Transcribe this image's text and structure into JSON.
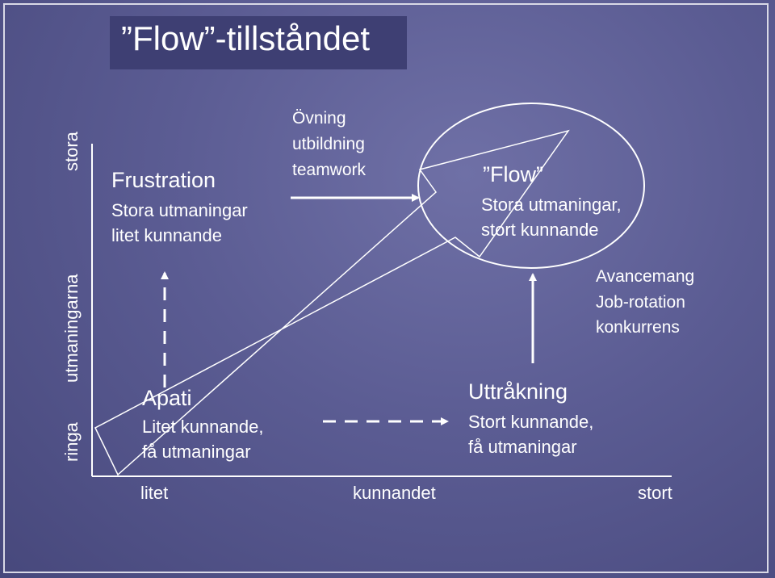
{
  "title": "”Flow”-tillståndet",
  "y_axis": {
    "label": "utmaningarna",
    "low": "ringa",
    "high": "stora"
  },
  "x_axis": {
    "label": "kunnandet",
    "low": "litet",
    "high": "stort"
  },
  "quadrants": {
    "frustration": {
      "heading": "Frustration",
      "line1": "Stora utmaningar",
      "line2": "litet kunnande"
    },
    "apati": {
      "heading": "Apati",
      "line1": "Litet kunnande,",
      "line2": "få utmaningar"
    },
    "flow": {
      "heading": "”Flow”",
      "line1": "Stora utmaningar,",
      "line2": "stort kunnande"
    },
    "uttrakning": {
      "heading": "Uttråkning",
      "line1": "Stort kunnande,",
      "line2": "få utmaningar"
    }
  },
  "annotations": {
    "ovning": [
      "Övning",
      "utbildning",
      "teamwork"
    ],
    "avancemang": [
      "Avancemang",
      "Job-rotation",
      "konkurrens"
    ]
  },
  "colors": {
    "background": "#5b5c93",
    "title_box": "#3e3f73",
    "stroke": "#ffffff"
  }
}
